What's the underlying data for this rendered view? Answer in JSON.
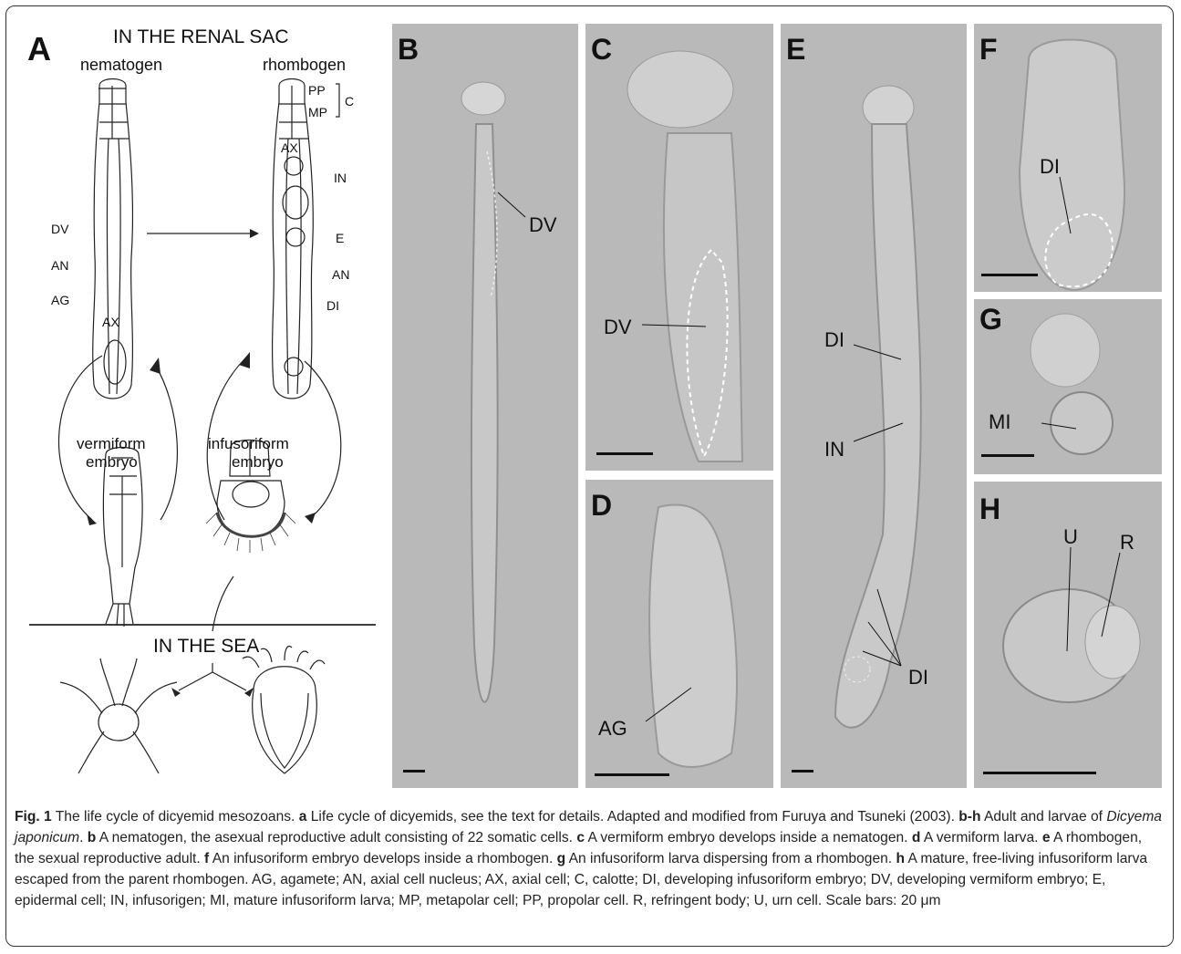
{
  "figure": {
    "panelA": {
      "letter": "A",
      "renal_title": "IN THE RENAL SAC",
      "nematogen": "nematogen",
      "rhombogen": "rhombogen",
      "sea_title": "IN THE SEA",
      "vermiform": [
        "vermiform",
        "embryo"
      ],
      "infusoriform": [
        "infusoriform",
        "embryo"
      ],
      "labels": {
        "PP": "PP",
        "MP": "MP",
        "C": "C",
        "AX": "AX",
        "IN": "IN",
        "DV": "DV",
        "E": "E",
        "AN": "AN",
        "AN2": "AN",
        "AG": "AG",
        "DI": "DI",
        "AX2": "AX"
      }
    },
    "panels": {
      "B": {
        "letter": "B",
        "labels": [
          "DV"
        ]
      },
      "C": {
        "letter": "C",
        "labels": [
          "DV"
        ]
      },
      "D": {
        "letter": "D",
        "labels": [
          "AG"
        ]
      },
      "E": {
        "letter": "E",
        "labels": [
          "DI",
          "IN",
          "DI"
        ]
      },
      "F": {
        "letter": "F",
        "labels": [
          "DI"
        ]
      },
      "G": {
        "letter": "G",
        "labels": [
          "MI"
        ]
      },
      "H": {
        "letter": "H",
        "labels": [
          "U",
          "R"
        ]
      }
    }
  },
  "caption": {
    "fig_label": "Fig. 1",
    "title": " The life cycle of dicyemid mesozoans. ",
    "a_key": "a",
    "a_text": " Life cycle of dicyemids, see the text for details. Adapted and modified from Furuya and Tsuneki (2003). ",
    "bh_key": "b-h",
    "bh_text": " Adult and larvae of ",
    "species": "Dicyema japonicum",
    "bh_end": ". ",
    "b_key": "b",
    "b_text": " A nematogen, the asexual reproductive adult consisting of 22 somatic cells. ",
    "c_key": "c",
    "c_text": " A vermiform embryo develops inside a nematogen. ",
    "d_key": "d",
    "d_text": " A vermiform larva. ",
    "e_key": "e",
    "e_text": " A rhombogen, the sexual reproductive adult. ",
    "f_key": "f",
    "f_text": " An infusoriform embryo develops inside a rhombogen. ",
    "g_key": "g",
    "g_text": " An infusoriform larva dispersing from a rhombogen. ",
    "h_key": "h",
    "h_text": " A mature, free-living infusoriform larva escaped from the parent rhombogen. AG, agamete; AN, axial cell nucleus; AX, axial cell; C, calotte; DI, developing infusoriform embryo; DV, developing vermiform embryo; E, epidermal cell; IN, infusorigen; MI, mature infusoriform larva; MP, metapolar cell; PP, propolar cell. R, refringent body; U, urn cell. Scale bars: 20 μm"
  }
}
